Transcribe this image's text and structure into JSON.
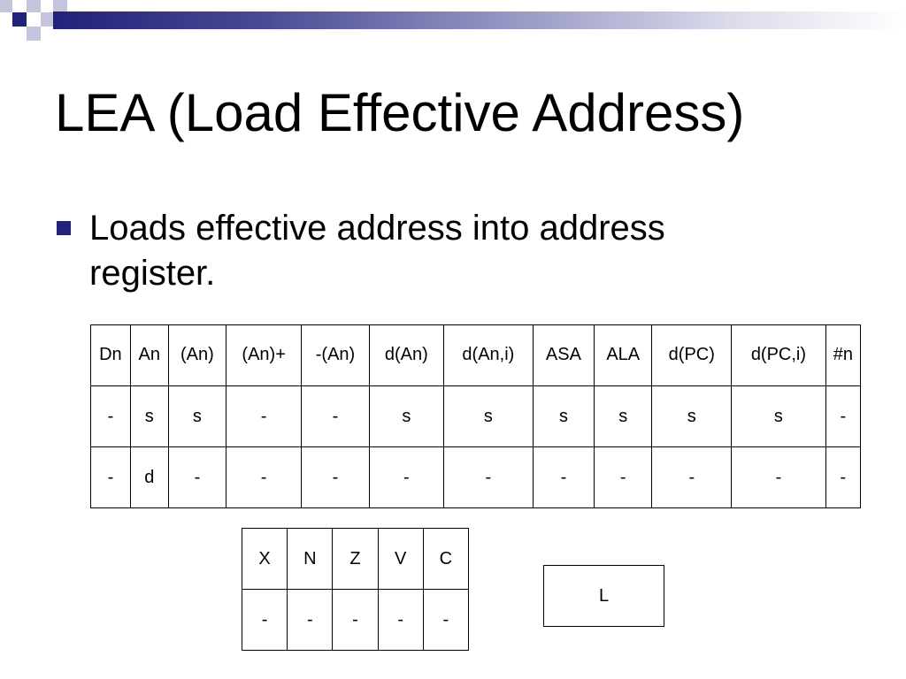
{
  "slide": {
    "title": "LEA (Load Effective Address)",
    "bullets": [
      "Loads effective address into address register."
    ]
  },
  "addressing_table": {
    "headers": [
      "Dn",
      "An",
      "(An)",
      "(An)+",
      "-(An)",
      "d(An)",
      "d(An,i)",
      "ASA",
      "ALA",
      "d(PC)",
      "d(PC,i)",
      "#n"
    ],
    "rows": [
      [
        "-",
        "s",
        "s",
        "-",
        "-",
        "s",
        "s",
        "s",
        "s",
        "s",
        "s",
        "-"
      ],
      [
        "-",
        "d",
        "-",
        "-",
        "-",
        "-",
        "-",
        "-",
        "-",
        "-",
        "-",
        "-"
      ]
    ]
  },
  "flags_table": {
    "headers": [
      "X",
      "N",
      "Z",
      "V",
      "C"
    ],
    "values": [
      "-",
      "-",
      "-",
      "-",
      "-"
    ]
  },
  "size_box": {
    "label": "L"
  },
  "colors": {
    "accent": "#21227a",
    "square_light": "#c4c4de",
    "square_dark": "#21227a"
  }
}
